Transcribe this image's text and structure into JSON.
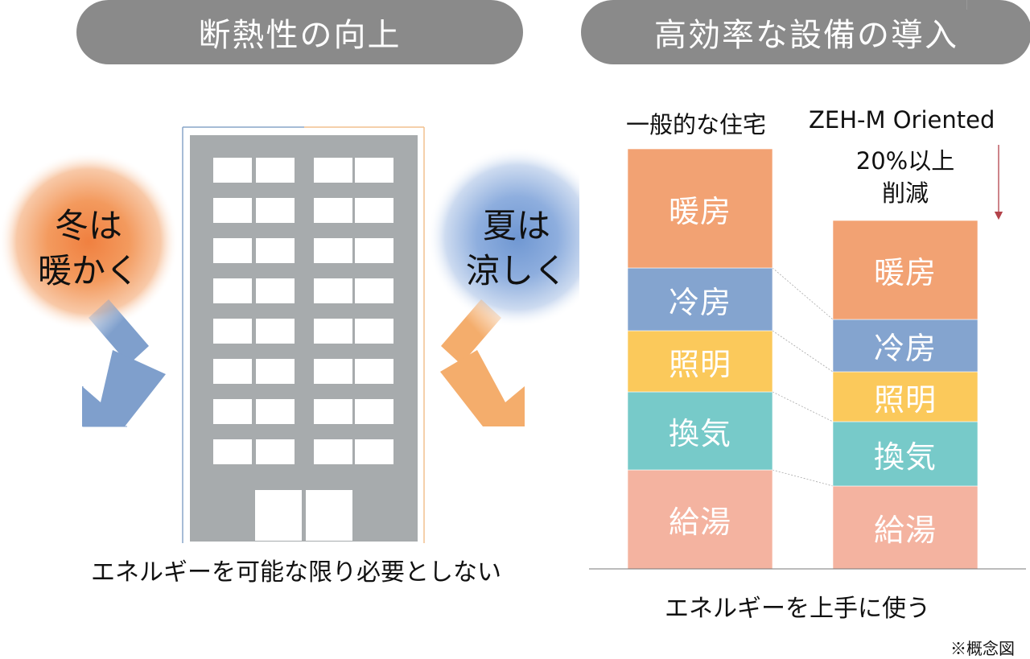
{
  "left_header": "断熱性の向上",
  "right_header": "高効率な設備の導入",
  "winter_bubble": {
    "line1": "冬は",
    "line2": "暖かく"
  },
  "summer_bubble": {
    "line1": "夏は",
    "line2": "涼しく"
  },
  "left_caption": "エネルギーを可能な限り必要としない",
  "right_caption": "エネルギーを上手に使う",
  "note": "※概念図",
  "col_general_label": "一般的な住宅",
  "col_zeh_label": "ZEH-M Oriented",
  "reduction": {
    "line1": "20%以上",
    "line2": "削減"
  },
  "categories": [
    "暖房",
    "冷房",
    "照明",
    "換気",
    "給湯"
  ],
  "colors": {
    "heating": "#f2a273",
    "cooling": "#84a4cf",
    "lighting": "#fbc95b",
    "ventilation": "#77cac9",
    "hot_water": "#f4b3a0",
    "header_bg": "#8a8a8a",
    "building": "#a7abad",
    "warm_arrow": "#f4ad6c",
    "cool_arrow": "#7f9fcc"
  },
  "chart_data": {
    "type": "bar",
    "stacked": true,
    "categories": [
      "一般的な住宅",
      "ZEH-M Oriented"
    ],
    "series": [
      {
        "name": "暖房",
        "values": [
          148,
          123
        ]
      },
      {
        "name": "冷房",
        "values": [
          78,
          65
        ]
      },
      {
        "name": "照明",
        "values": [
          76,
          62
        ]
      },
      {
        "name": "換気",
        "values": [
          97,
          80
        ]
      },
      {
        "name": "給湯",
        "values": [
          123,
          103
        ]
      }
    ],
    "annotation": "20%以上 削減"
  }
}
